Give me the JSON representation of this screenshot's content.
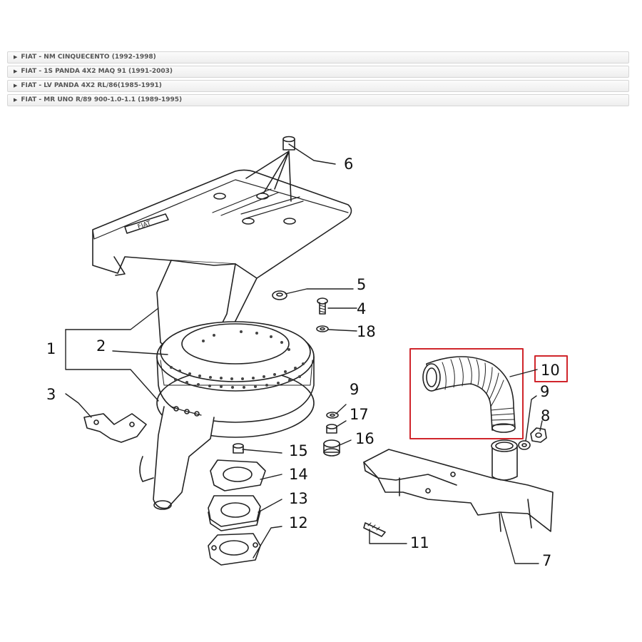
{
  "model_list": [
    {
      "label": "FIAT - NM CINQUECENTO (1992-1998)"
    },
    {
      "label": "FIAT - 1S PANDA 4X2 MAQ 91 (1991-2003)"
    },
    {
      "label": "FIAT - LV PANDA 4X2 RL/86(1985-1991)"
    },
    {
      "label": "FIAT - MR UNO R/89 900-1.0-1.1 (1989-1995)"
    }
  ],
  "icons": {
    "expand": "caret-right-icon"
  },
  "diagram": {
    "brand_plate": "FIAT",
    "highlight_color": "#d0252b",
    "highlighted_part": "10",
    "callouts": [
      "1",
      "2",
      "3",
      "4",
      "5",
      "6",
      "7",
      "8",
      "9",
      "9",
      "10",
      "11",
      "12",
      "13",
      "14",
      "15",
      "16",
      "17",
      "18"
    ]
  }
}
